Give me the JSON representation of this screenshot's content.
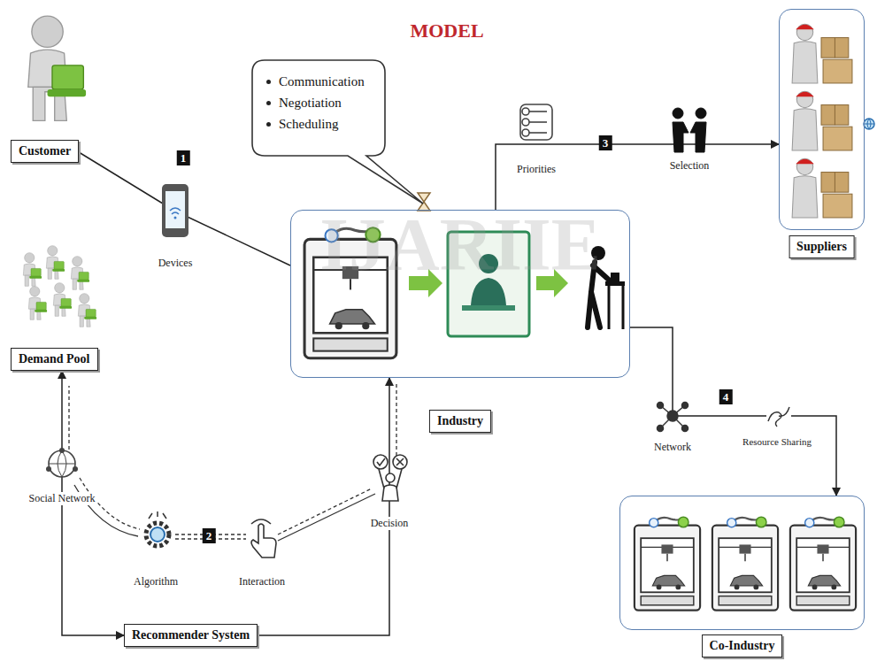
{
  "diagram": {
    "title": "MODEL",
    "nodes": [
      {
        "text": [
          "Customer"
        ]
      },
      {
        "text": [
          "Communication",
          "Negotiation",
          "Scheduling"
        ]
      },
      {
        "text": [
          "Industry"
        ]
      },
      {
        "text": [
          "Suppliers"
        ]
      },
      {
        "text": [
          "Demand Pool"
        ]
      },
      {
        "text": [
          "Recommender System"
        ]
      },
      {
        "text": [
          "Co-Industry"
        ]
      }
    ],
    "edges": [
      {
        "from": 0,
        "to": 2,
        "arrow": "none"
      },
      {
        "from": 2,
        "to": 3,
        "arrow": "to"
      },
      {
        "from": 2,
        "to": 6,
        "arrow": "to"
      },
      {
        "from": 5,
        "to": 4,
        "arrow": "both"
      },
      {
        "from": 5,
        "to": 2,
        "arrow": "to"
      }
    ],
    "labels": [
      "IJARIIE",
      "1",
      "Devices",
      "3",
      "Priorities",
      "Selection",
      "4",
      "Network",
      "Resource Sharing",
      "Social Network",
      "2",
      "Algorithm",
      "Interaction",
      "Decision"
    ]
  }
}
